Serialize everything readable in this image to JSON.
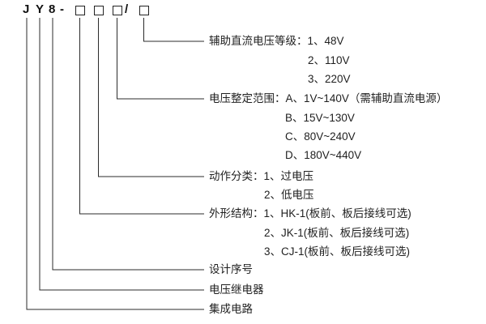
{
  "model": {
    "char_j": "J",
    "char_y": "Y",
    "char_8": "8",
    "separator_dash": "-",
    "separator_slash": "/"
  },
  "entries": [
    {
      "label": "辅助直流电压等级：1、48V",
      "sublines": [
        "2、110V",
        "3、220V"
      ]
    },
    {
      "label": "电压整定范围：A、1V~140V（需辅助直流电源）",
      "sublines": [
        "B、15V~130V",
        "C、80V~240V",
        "D、180V~440V"
      ]
    },
    {
      "label": "动作分类：1、过电压",
      "sublines": [
        "2、低电压"
      ]
    },
    {
      "label": "外形结构：1、HK-1(板前、板后接线可选)",
      "sublines": [
        "2、JK-1(板前、板后接线可选)",
        "3、CJ-1(板前、板后接线可选)"
      ]
    },
    {
      "label": "设计序号",
      "sublines": []
    },
    {
      "label": "电压继电器",
      "sublines": []
    },
    {
      "label": "集成电路",
      "sublines": []
    }
  ]
}
